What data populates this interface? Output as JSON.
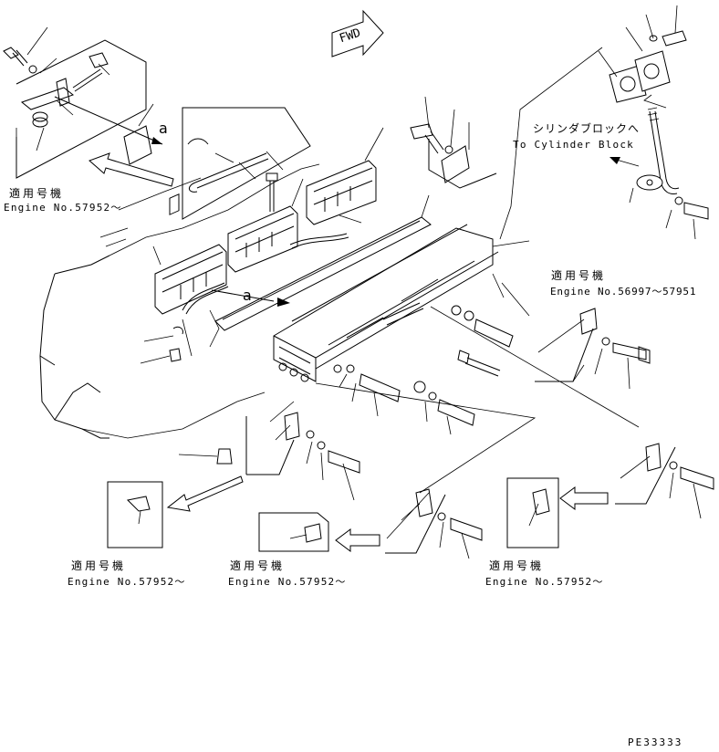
{
  "fwd_label": "FWD",
  "to_cylinder_block": {
    "jp": "シリンダブロックへ",
    "en": "To Cylinder Block"
  },
  "callout_a": "a",
  "applicability": [
    {
      "id": "top-left",
      "jp": "適用号機",
      "en": "Engine No.57952～"
    },
    {
      "id": "right-mid",
      "jp": "適用号機",
      "en": "Engine No.56997～57951"
    },
    {
      "id": "bottom-left",
      "jp": "適用号機",
      "en": "Engine No.57952～"
    },
    {
      "id": "bottom-center",
      "jp": "適用号機",
      "en": "Engine No.57952～"
    },
    {
      "id": "bottom-right",
      "jp": "適用号機",
      "en": "Engine No.57952～"
    }
  ],
  "drawing_code": "PE33333"
}
